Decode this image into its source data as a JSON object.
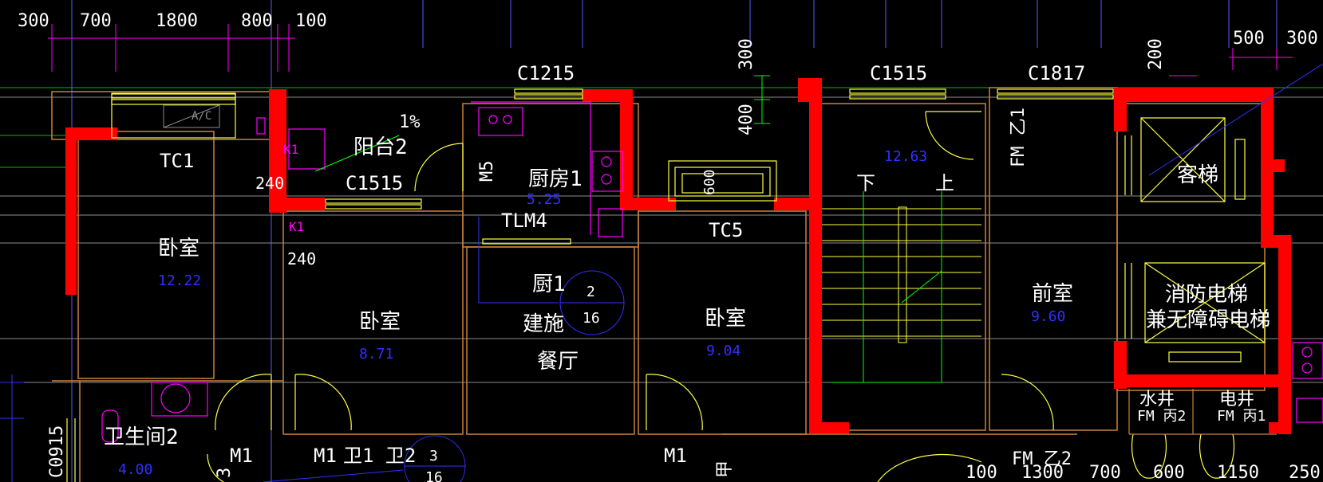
{
  "colors": {
    "background": "#000000",
    "wall": "#ff0000",
    "dimension": "#ff00ff",
    "outline": "#c8823c",
    "window": "#ffff00",
    "axis": "#6464ff",
    "area": "#3030ff",
    "text": "#ffffff",
    "grid_green": "#00ff00",
    "stair": "#ffff00"
  },
  "dimensions": {
    "top_left": [
      "300",
      "700",
      "1800",
      "800",
      "100"
    ],
    "top_right": [
      "500",
      "300",
      "200"
    ],
    "vertical": [
      "300",
      "400",
      "600"
    ],
    "bottom": [
      "100",
      "1300",
      "700",
      "600",
      "1150",
      "250"
    ],
    "wall_240_a": "240",
    "wall_240_b": "240"
  },
  "labels": {
    "windows": [
      "C1215",
      "C1515",
      "C1817",
      "C1515",
      "C0915"
    ],
    "tc": [
      "TC1",
      "TC5"
    ],
    "doors": [
      "M5",
      "TLM4",
      "M1",
      "M1",
      "M1",
      "FM 乙1",
      "FM 乙2",
      "FM 丙2",
      "FM 丙1"
    ],
    "k1_a": "K1",
    "k1_b": "K1",
    "wc_codes": "卫1 卫2",
    "percent": "1%",
    "ac": "A/C",
    "stairs_down": "下",
    "stairs_up": "上",
    "door_fragment": "甲",
    "door_fragment_b": "3"
  },
  "rooms": [
    {
      "name": "卧室",
      "area": "12.22"
    },
    {
      "name": "阳台2",
      "area": ""
    },
    {
      "name": "卧室",
      "area": "8.71"
    },
    {
      "name": "厨房1",
      "area": "5.25"
    },
    {
      "name": "厨1",
      "area": ""
    },
    {
      "name": "建施",
      "area": ""
    },
    {
      "name": "餐厅",
      "area": ""
    },
    {
      "name": "卧室",
      "area": "9.04"
    },
    {
      "name": "",
      "area": "12.63"
    },
    {
      "name": "前室",
      "area": "9.60"
    },
    {
      "name": "客梯",
      "area": ""
    },
    {
      "name": "消防电梯",
      "area": ""
    },
    {
      "name": "兼无障碍电梯",
      "area": ""
    },
    {
      "name": "水井",
      "area": ""
    },
    {
      "name": "电井",
      "area": ""
    },
    {
      "name": "卫生间2",
      "area": "4.00"
    }
  ],
  "detail_callouts": [
    {
      "top": "2",
      "bottom": "16"
    },
    {
      "top": "3",
      "bottom": "16"
    }
  ]
}
